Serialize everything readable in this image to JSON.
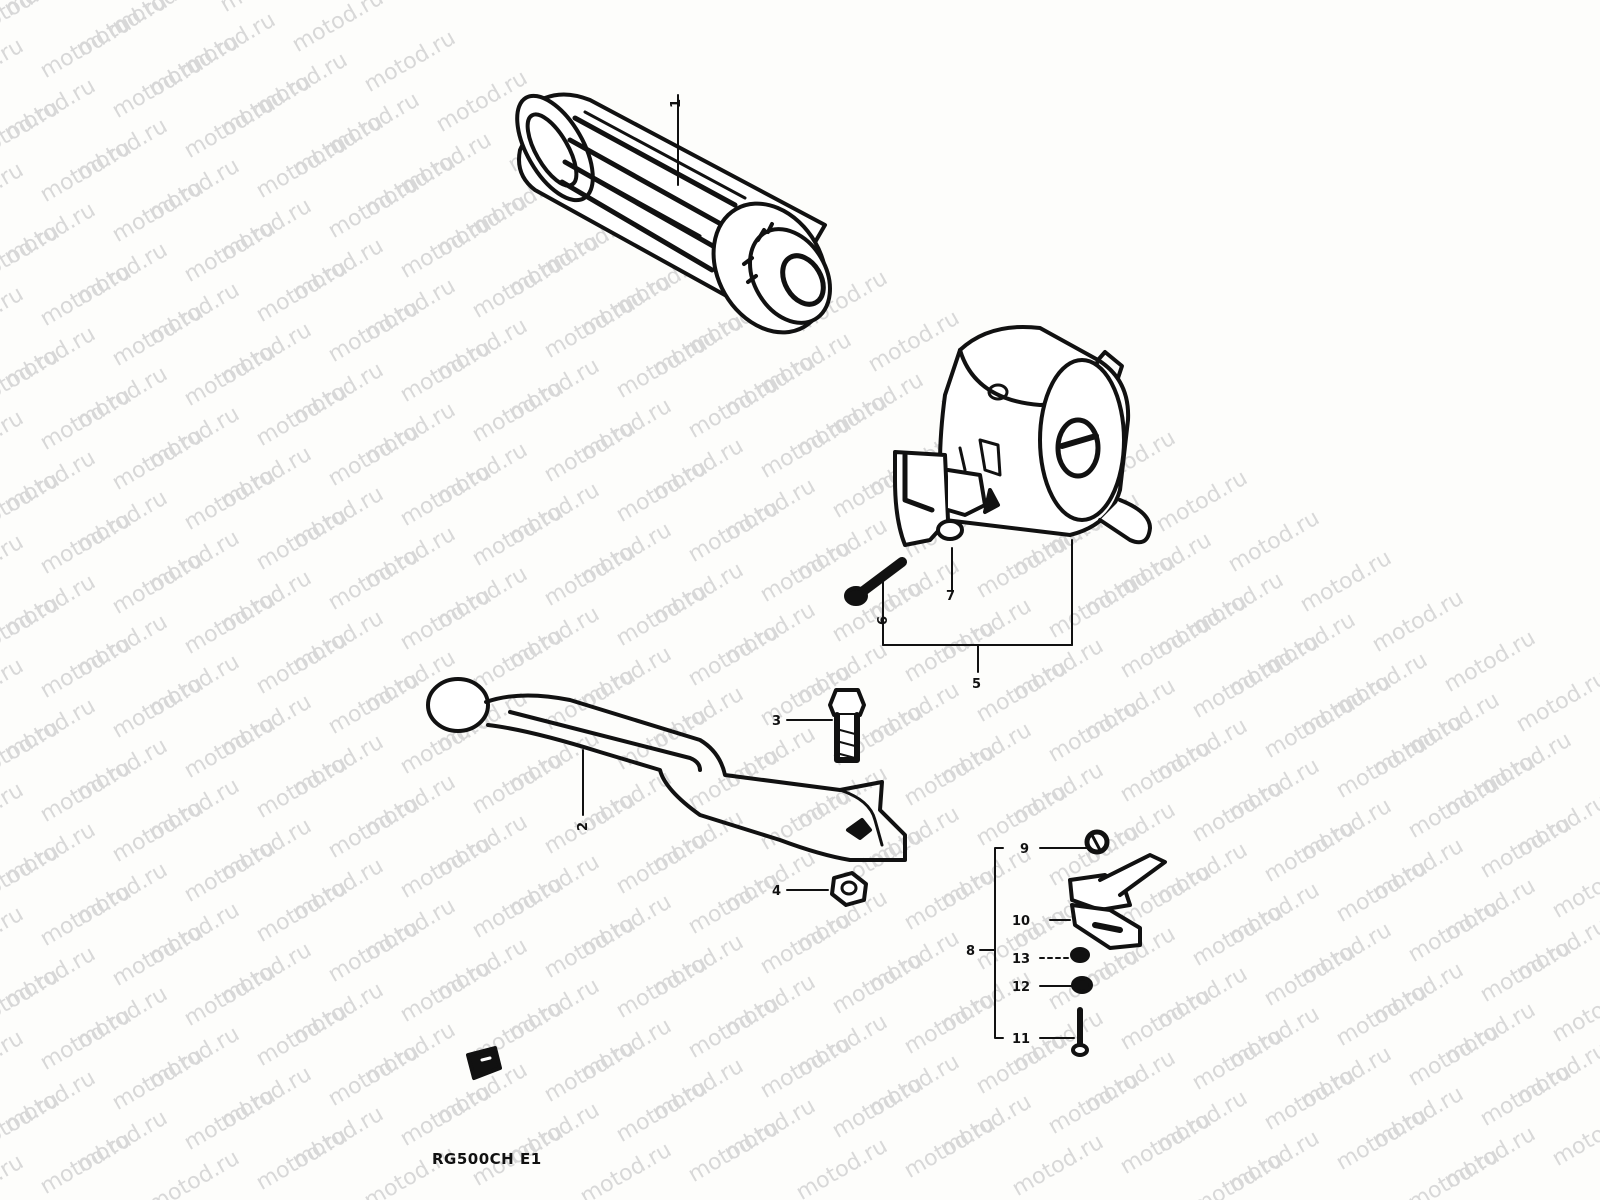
{
  "watermark": "motod.ru",
  "model_code": "RG500CH E1",
  "parts": [
    {
      "ref": "1",
      "name": "throttle grip"
    },
    {
      "ref": "2",
      "name": "brake lever"
    },
    {
      "ref": "3",
      "name": "lever bolt"
    },
    {
      "ref": "4",
      "name": "lever nut"
    },
    {
      "ref": "5",
      "name": "handlebar switch assembly"
    },
    {
      "ref": "6",
      "name": "screw"
    },
    {
      "ref": "7",
      "name": "switch"
    },
    {
      "ref": "8",
      "name": "holder set"
    },
    {
      "ref": "9",
      "name": "screw"
    },
    {
      "ref": "10",
      "name": "holder"
    },
    {
      "ref": "11",
      "name": "screw"
    },
    {
      "ref": "12",
      "name": "washer"
    },
    {
      "ref": "13",
      "name": "nut"
    }
  ],
  "labels": {
    "grip": "1",
    "lever": "2",
    "bolt": "3",
    "nut": "4",
    "switch_assembly": "5",
    "switch_screw": "6",
    "switch": "7",
    "holder_set": "8",
    "holder_screw": "9",
    "holder": "10",
    "screw": "11",
    "washer": "12",
    "small_nut": "13"
  },
  "colors": {
    "ink": "#111111",
    "paper": "#fdfdfb",
    "watermark": "#d8d8d8"
  }
}
